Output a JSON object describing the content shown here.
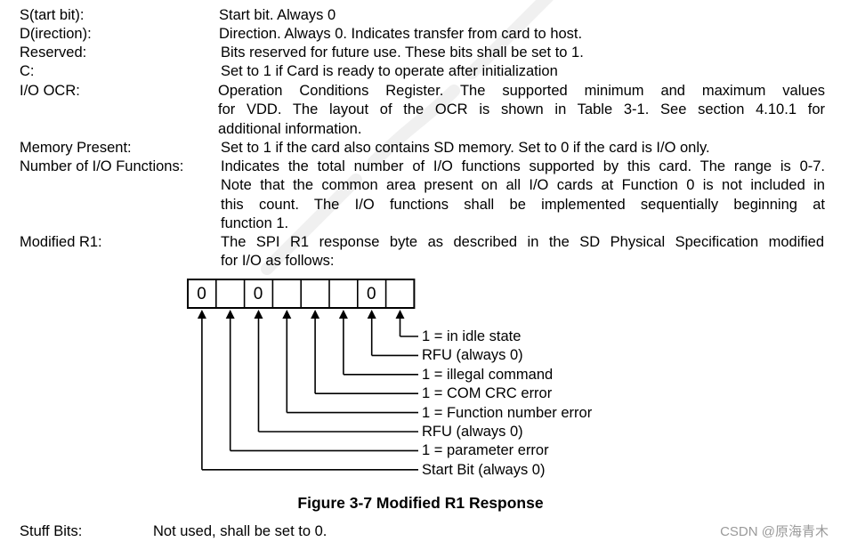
{
  "definitions": [
    {
      "term": "S(tart bit):",
      "lines": [
        "Start bit. Always 0"
      ]
    },
    {
      "term": "D(irection):",
      "lines": [
        "Direction. Always 0. Indicates transfer from card to host."
      ]
    },
    {
      "term": "Reserved:",
      "lines": [
        "Bits reserved for future use. These bits shall be set to 1."
      ]
    },
    {
      "term": "C:",
      "lines": [
        "Set to 1 if Card is ready to operate after initialization"
      ]
    },
    {
      "term": "I/O OCR:",
      "lines": [
        "Operation Conditions Register. The supported minimum and maximum values",
        "for VDD. The layout of the OCR is shown in Table 3-1. See section 4.10.1 for",
        "additional information."
      ]
    },
    {
      "term": "Memory Present:",
      "lines": [
        "Set to 1 if the card also contains SD memory. Set to 0 if the card is I/O only."
      ]
    },
    {
      "term": "Number of I/O Functions:",
      "lines": [
        "Indicates the total number of I/O functions supported by this card. The range is 0-7.",
        "Note that the common area present on all I/O cards at Function 0 is not included in",
        "this count.  The I/O functions shall be implemented sequentially beginning at",
        "function 1."
      ]
    },
    {
      "term": "Modified R1:",
      "lines": [
        "The SPI R1 response byte as described in the SD Physical Specification modified",
        "for I/O as follows:"
      ]
    }
  ],
  "register": {
    "bits": [
      "0",
      "",
      "0",
      "",
      "",
      "",
      "0",
      ""
    ],
    "labels": [
      "1 = in idle state",
      "RFU (always 0)",
      "1 = illegal command",
      "1 = COM CRC error",
      "1 = Function number error",
      "RFU (always 0)",
      "1 = parameter error",
      "Start Bit (always 0)"
    ]
  },
  "figure_caption": "Figure 3-7 Modified R1 Response",
  "stuff_bits": {
    "term": "Stuff Bits:",
    "desc": "Not used, shall be set to 0."
  },
  "watermark": "CSDN @原海青木"
}
